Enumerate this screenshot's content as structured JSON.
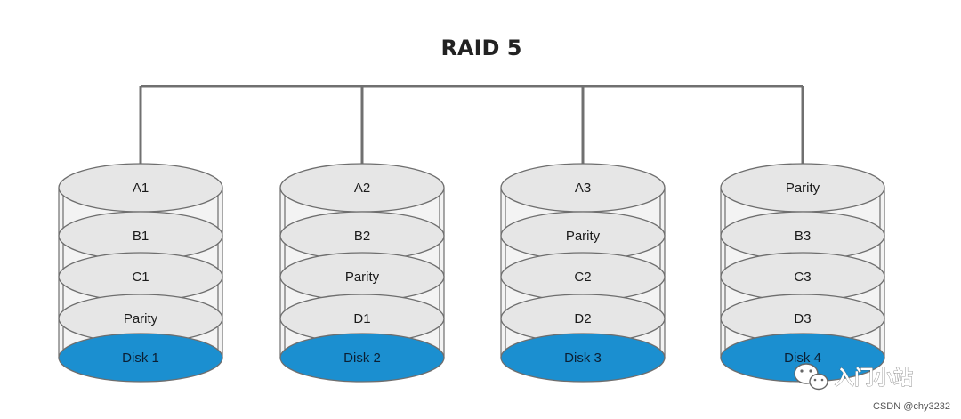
{
  "title": "RAID 5",
  "colors": {
    "platter_fill": "#e6e6e6",
    "platter_stroke": "#6e6e6e",
    "disk_fill": "#1b8fd0",
    "bus_line": "#707070"
  },
  "disks": [
    {
      "name": "Disk 1",
      "blocks": [
        "A1",
        "B1",
        "C1",
        "Parity"
      ]
    },
    {
      "name": "Disk  2",
      "blocks": [
        "A2",
        "B2",
        "Parity",
        "D1"
      ]
    },
    {
      "name": "Disk  3",
      "blocks": [
        "A3",
        "Parity",
        "C2",
        "D2"
      ]
    },
    {
      "name": "Disk  4",
      "blocks": [
        "Parity",
        "B3",
        "C3",
        "D3"
      ]
    }
  ],
  "watermark": {
    "brand": "入门小站",
    "icon": "wechat-icon",
    "credit": "CSDN @chy3232"
  }
}
